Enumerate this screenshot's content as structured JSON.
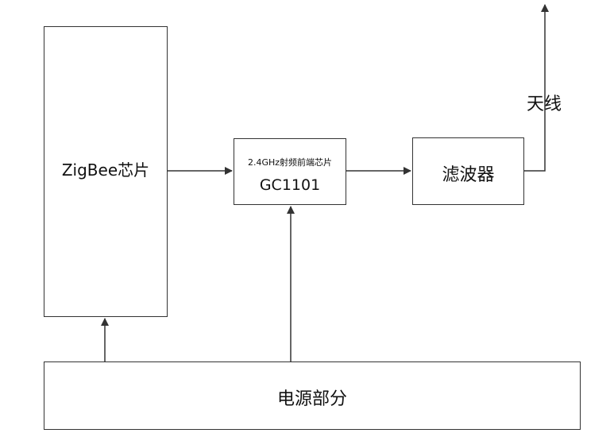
{
  "blocks": {
    "zigbee": {
      "label": "ZigBee芯片"
    },
    "rf_frontend": {
      "line1": "2.4GHz射频前端芯片",
      "line2": "GC1101"
    },
    "filter": {
      "label": "滤波器"
    },
    "power": {
      "label": "电源部分"
    },
    "antenna": {
      "label": "天线"
    }
  },
  "colors": {
    "line": "#333333",
    "background": "#ffffff"
  }
}
